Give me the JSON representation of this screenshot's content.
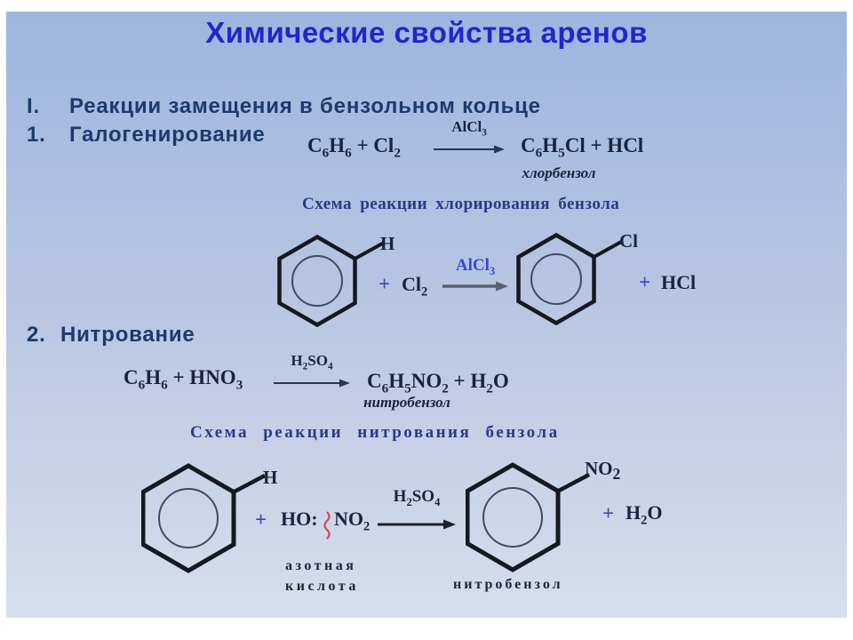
{
  "colors": {
    "bg_top": "#9db6df",
    "bg_bottom": "#d7deec",
    "title": "#2424cd",
    "heading": "#1d3a6b",
    "formula": "#18243f",
    "caption": "#283a85",
    "catalyst_blue": "#3a49cc",
    "plus_blue": "#3a4ab8",
    "red_mark": "#cf4a52"
  },
  "title": "Химические свойства аренов",
  "sections": {
    "substitution": {
      "num": "I.",
      "label": "Реакции замещения в бензольном кольце"
    },
    "halogenation": {
      "num": "1.",
      "label": "Галогенирование"
    },
    "nitration": {
      "num": "2.",
      "label": "Нитрование"
    }
  },
  "reaction_halogenation": {
    "lhs": "C_6H_6 + Cl_2",
    "catalyst": "AlCl_3",
    "rhs": "C_6H_5Cl + HCl",
    "product_name": "хлорбензол"
  },
  "scheme_chlorination": {
    "caption": "Схема реакции хлорирования бензола",
    "h_substituent": "H",
    "plus1": "+",
    "reagent": "Cl_2",
    "catalyst": "AlCl_3",
    "cl_substituent": "Cl",
    "plus2": "+",
    "byproduct": "HCl"
  },
  "reaction_nitration": {
    "lhs": "C_6H_6 + HNO_3",
    "catalyst": "H_2SO_4",
    "rhs": "C_6H_5NO_2 + H_2O",
    "product_name": "нитробензол"
  },
  "scheme_nitration": {
    "caption": "Схема реакции нитрования бензола",
    "h_substituent": "H",
    "plus1": "+",
    "reagent_ho": "HO:",
    "reagent_no2": "NO_2",
    "reagent_name1": "азотная",
    "reagent_name2": "кислота",
    "catalyst": "H_2SO_4",
    "no2_substituent": "NO_2",
    "plus2": "+",
    "byproduct": "H_2O",
    "product_name": "нитробензол"
  }
}
